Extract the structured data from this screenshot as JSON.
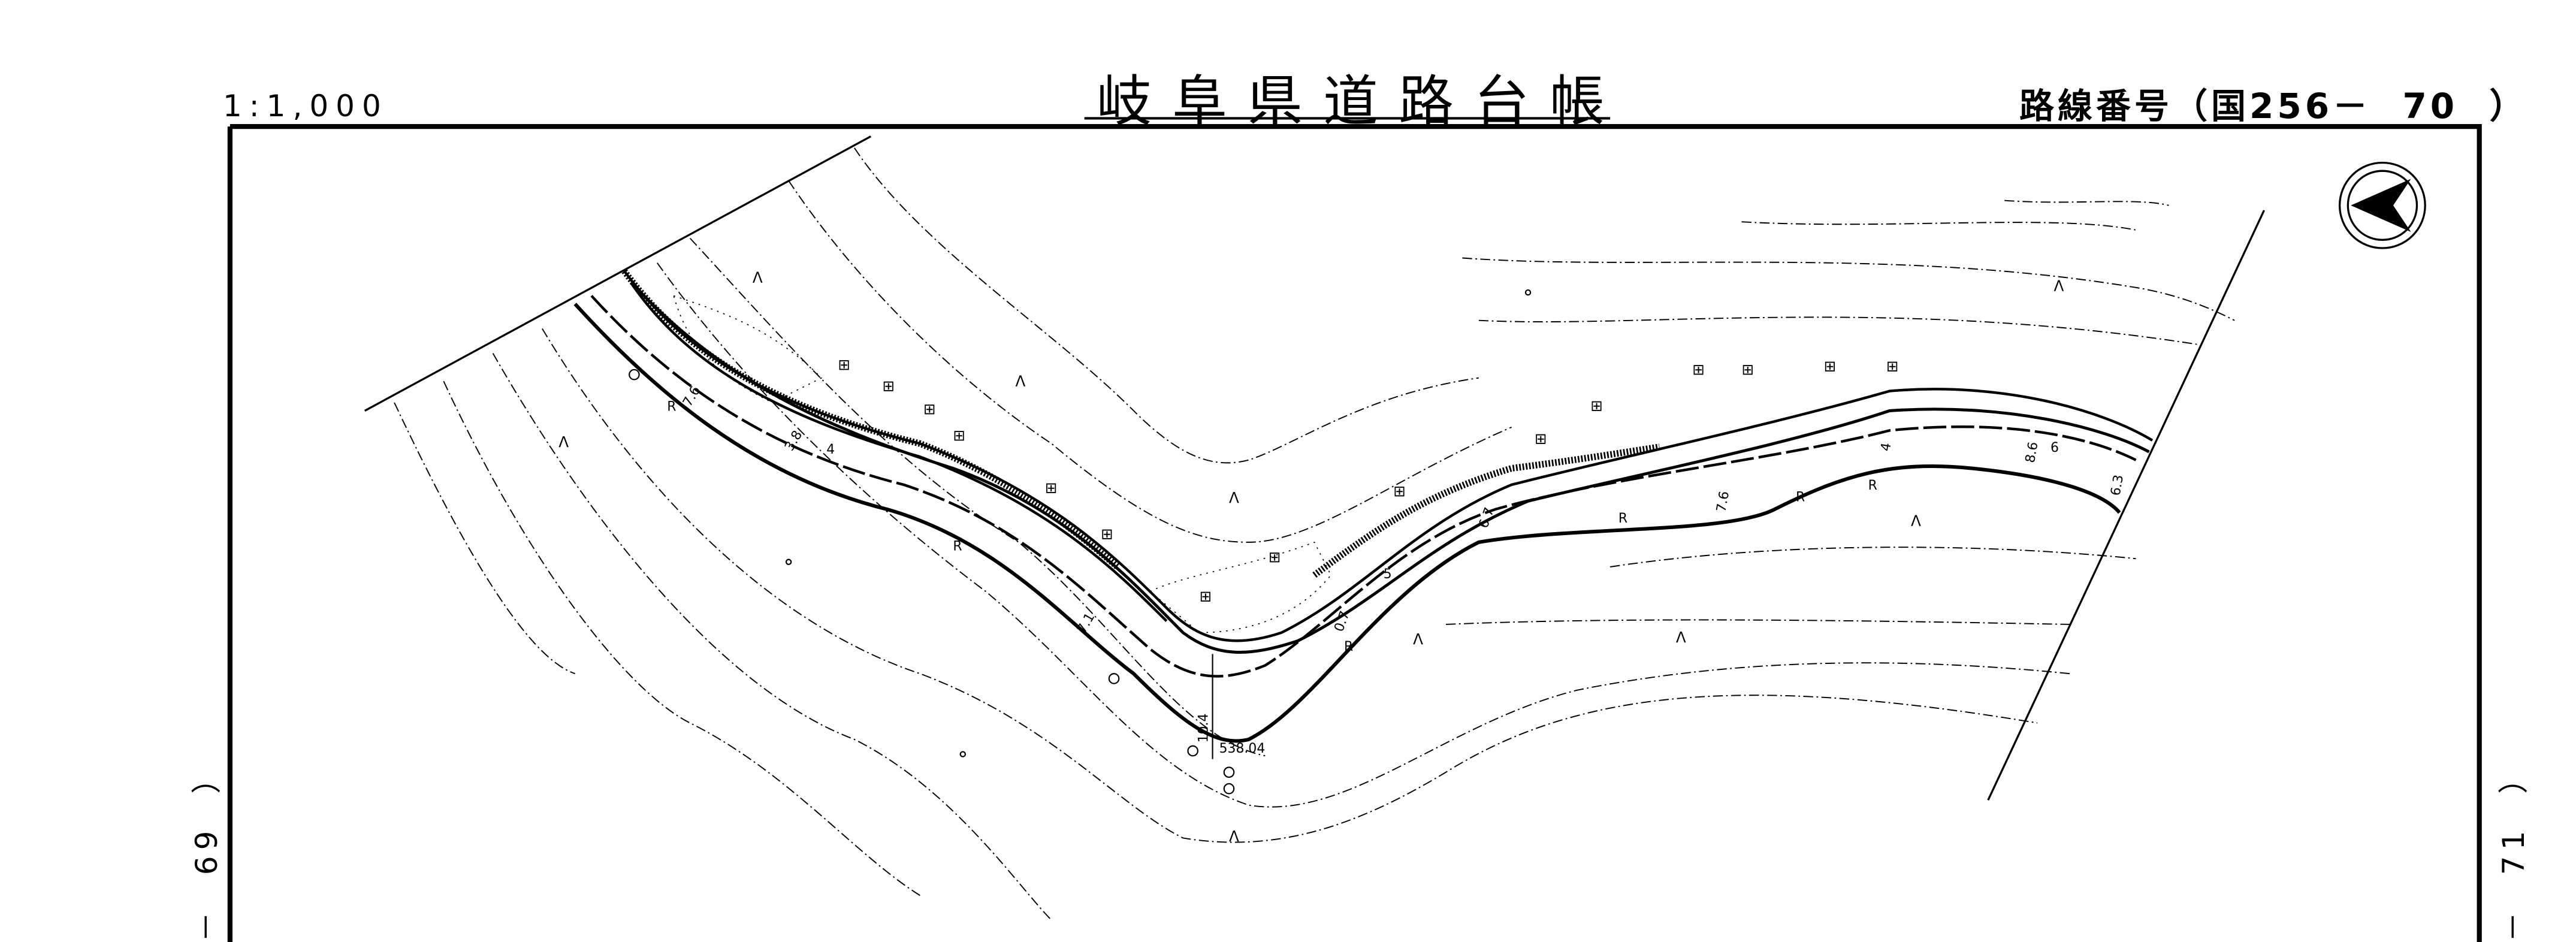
{
  "header": {
    "scale": "1:1,000",
    "title": "岐阜県道路台帳",
    "route_number": "路線番号（国256－  70  ）"
  },
  "adjacent_sheets": {
    "previous": "－  69  ）",
    "next": "－  71  ）"
  },
  "map": {
    "elevation_label": "538.04",
    "road_symbol": "R",
    "width_labels": [
      "7.6",
      "3.8",
      "4",
      "7.1",
      "10.4",
      "0.7",
      "5",
      "6.7",
      "7.6",
      "4",
      "8.6",
      "6",
      "6.3"
    ],
    "north_arrow": "north-arrow-icon"
  }
}
